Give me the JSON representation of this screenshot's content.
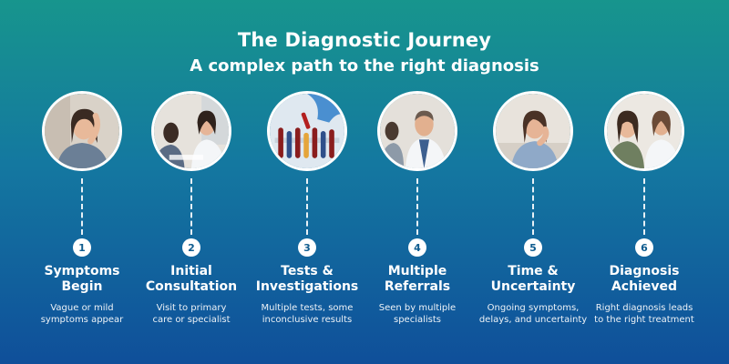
{
  "header": {
    "title": "The Diagnostic Journey",
    "subtitle": "A complex path to the right diagnosis"
  },
  "steps": [
    {
      "number": "1",
      "title_line1": "Symptoms",
      "title_line2": "Begin",
      "desc_line1": "Vague or mild",
      "desc_line2": "symptoms appear",
      "photo": "woman-with-headache"
    },
    {
      "number": "2",
      "title_line1": "Initial",
      "title_line2": "Consultation",
      "desc_line1": "Visit to primary",
      "desc_line2": "care or specialist",
      "photo": "doctor-consultation"
    },
    {
      "number": "3",
      "title_line1": "Tests &",
      "title_line2": "Investigations",
      "desc_line1": "Multiple tests, some",
      "desc_line2": "inconclusive results",
      "photo": "lab-test-tubes"
    },
    {
      "number": "4",
      "title_line1": "Multiple",
      "title_line2": "Referrals",
      "desc_line1": "Seen by multiple",
      "desc_line2": "specialists",
      "photo": "specialist-doctor"
    },
    {
      "number": "5",
      "title_line1": "Time &",
      "title_line2": "Uncertainty",
      "desc_line1": "Ongoing symptoms,",
      "desc_line2": "delays, and uncertainty",
      "photo": "worried-woman"
    },
    {
      "number": "6",
      "title_line1": "Diagnosis",
      "title_line2": "Achieved",
      "desc_line1": "Right diagnosis leads",
      "desc_line2": "to the right treatment",
      "photo": "doctor-and-patient"
    }
  ],
  "colors": {
    "gradient_top": "#17958d",
    "gradient_bottom": "#0f4f9a",
    "number_text": "#0f5c8f"
  }
}
